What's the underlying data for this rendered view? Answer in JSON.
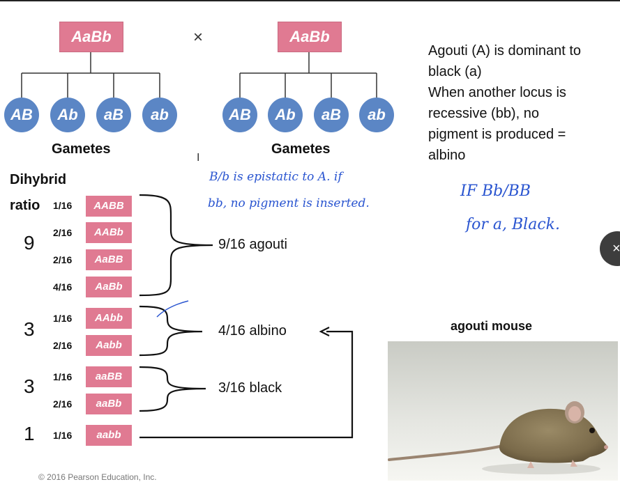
{
  "cross": {
    "left_parent": "AaBb",
    "right_parent": "AaBb",
    "symbol": "×",
    "gametes_left": [
      "AB",
      "Ab",
      "aB",
      "ab"
    ],
    "gametes_right": [
      "AB",
      "Ab",
      "aB",
      "ab"
    ],
    "gametes_label": "Gametes"
  },
  "ratio": {
    "title_line1": "Dihybrid",
    "title_line2": "ratio",
    "rows": [
      {
        "frac": "1/16",
        "geno": "AABB"
      },
      {
        "frac": "2/16",
        "geno": "AABb"
      },
      {
        "frac": "2/16",
        "geno": "AaBB"
      },
      {
        "frac": "4/16",
        "geno": "AaBb"
      },
      {
        "frac": "1/16",
        "geno": "AAbb"
      },
      {
        "frac": "2/16",
        "geno": "Aabb"
      },
      {
        "frac": "1/16",
        "geno": "aaBB"
      },
      {
        "frac": "2/16",
        "geno": "aaBb"
      },
      {
        "frac": "1/16",
        "geno": "aabb"
      }
    ],
    "groups": [
      "9",
      "3",
      "3",
      "1"
    ],
    "results": {
      "agouti": "9/16 agouti",
      "albino": "4/16 albino",
      "black": "3/16 black"
    }
  },
  "notes": {
    "line1": "Agouti (A) is dominant to",
    "line2": "black (a)",
    "line3": "When another locus is",
    "line4": "recessive (bb), no",
    "line5": "pigment is produced =",
    "line6": "albino"
  },
  "handwriting": {
    "h1": "B/b  is  epistatic  to  A.   if",
    "h2": "bb,  no  pigment  is  inserted.",
    "h3": "IF  Bb/BB",
    "h4": "for  a,  Black."
  },
  "mouse": {
    "title": "agouti mouse"
  },
  "footer": "© 2016 Pearson Education, Inc.",
  "cursor": "I",
  "close_icon": "×"
}
